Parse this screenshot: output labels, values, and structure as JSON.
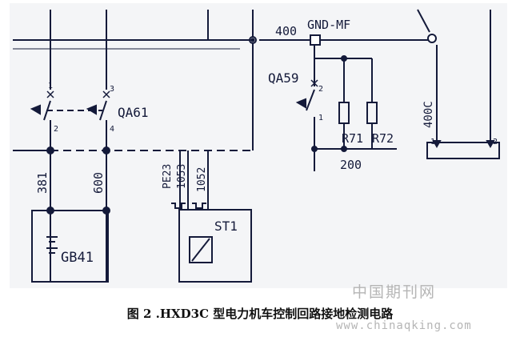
{
  "diagram": {
    "labels": {
      "node_400": "400",
      "gnd_mf": "GND-MF",
      "qa59": "QA59",
      "qa61": "QA61",
      "r71": "R71",
      "r72": "R72",
      "node_200": "200",
      "node_400c": "400C",
      "wire_381": "381",
      "wire_600": "600",
      "pe23": "PE23",
      "wire_1053": "1053",
      "wire_1052": "1052",
      "st1": "ST1",
      "gb41": "GB41",
      "pin_1_left": "1",
      "pin_3": "3",
      "pin_2_left": "2",
      "pin_4": "4",
      "qa59_pin_2": "2",
      "qa59_pin_1": "1",
      "conn_pin_1": "1",
      "conn_pin_2": "2"
    }
  },
  "caption": "图 2 .HXD3C 型电力机车控制回路接地检测电路",
  "watermark": {
    "site_cn": "中国期刊网",
    "url": "www.chinaqking.com"
  }
}
